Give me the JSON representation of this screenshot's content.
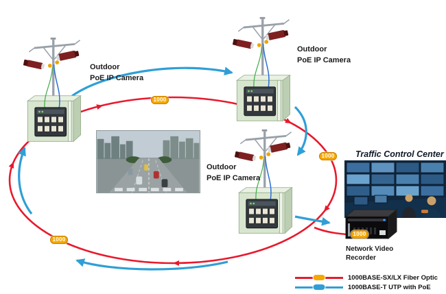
{
  "diagram": {
    "sites": [
      {
        "label_line1": "Outdoor",
        "label_line2": "PoE IP Camera"
      },
      {
        "label_line1": "Outdoor",
        "label_line2": "PoE IP Camera"
      },
      {
        "label_line1": "Outdoor",
        "label_line2": "PoE IP Camera"
      }
    ],
    "control_center": {
      "title": "Traffic Control Center"
    },
    "nvr": {
      "label_line1": "Network Video",
      "label_line2": "Recorder"
    },
    "badges": {
      "speed": "1000"
    },
    "legend": [
      {
        "id": "fiber",
        "label": "1000BASE-SX/LX Fiber Optic"
      },
      {
        "id": "utp",
        "label": "1000BASE-T UTP with PoE"
      }
    ],
    "colors": {
      "fiber_ring": "#e8192c",
      "utp_link": "#2f9fd6",
      "badge_fill": "#f5a800",
      "badge_text": "#ffffff",
      "cabinet_front": "#d9e6cf",
      "camera_body": "#7e2020",
      "legend_text": "#111111"
    }
  }
}
